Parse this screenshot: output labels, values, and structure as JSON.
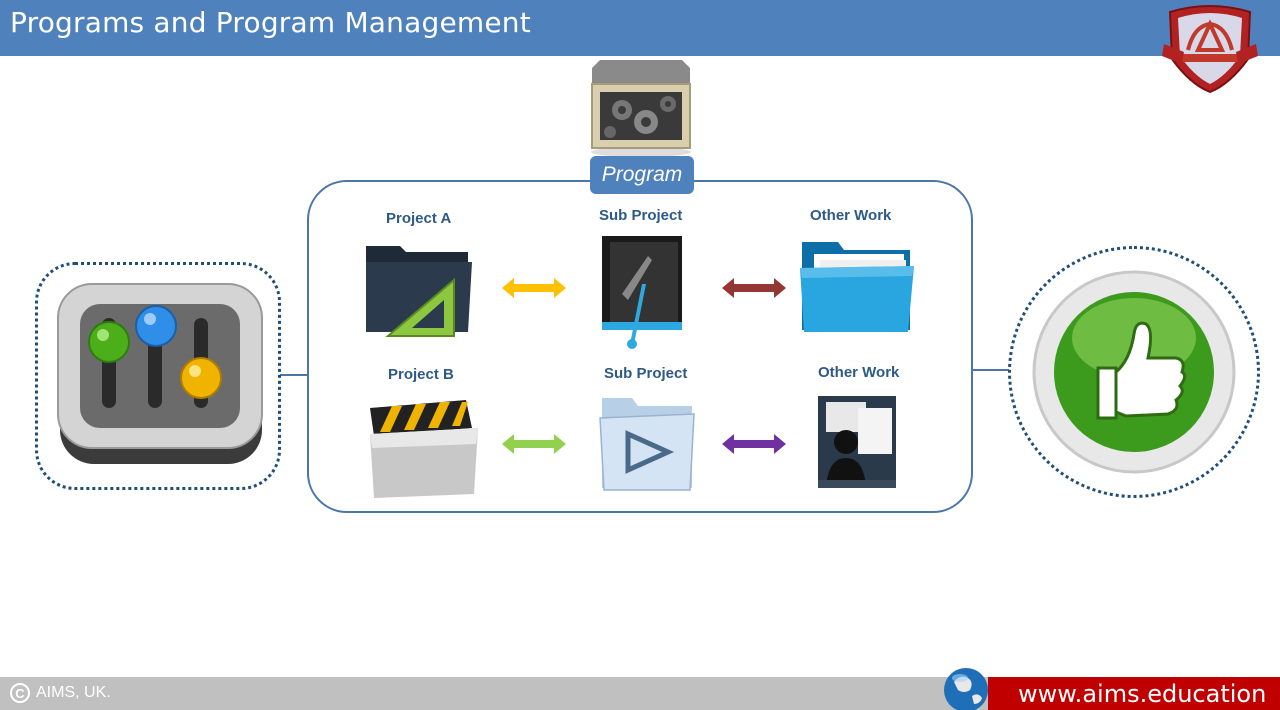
{
  "header": {
    "title": "Programs and Program Management"
  },
  "program": {
    "label": "Program"
  },
  "rows": [
    {
      "project": "Project A",
      "sub": "Sub Project",
      "other": "Other Work",
      "arrow1_color": "#ffc000",
      "arrow2_color": "#943634"
    },
    {
      "project": "Project B",
      "sub": "Sub Project",
      "other": "Other Work",
      "arrow1_color": "#92d050",
      "arrow2_color": "#7030a0"
    }
  ],
  "footer": {
    "copyright": "AIMS, UK.",
    "url": "www.aims.education"
  },
  "colors": {
    "header": "#4f81bd",
    "border": "#4a76a8",
    "footer_gray": "#c0c0c0",
    "footer_red": "#c00000",
    "label": "#2e5a87"
  }
}
